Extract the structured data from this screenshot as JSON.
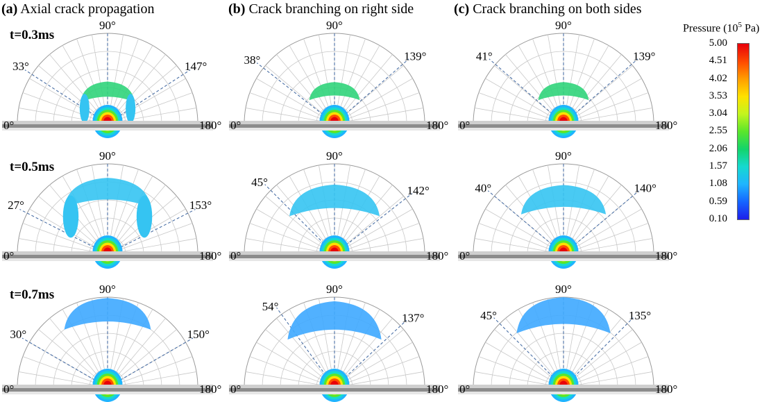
{
  "columns": [
    {
      "letter": "(a)",
      "title": "Axial crack propagation"
    },
    {
      "letter": "(b)",
      "title": "Crack branching on right side"
    },
    {
      "letter": "(c)",
      "title": "Crack branching on both sides"
    }
  ],
  "times": [
    "t=0.3ms",
    "t=0.5ms",
    "t=0.7ms"
  ],
  "legend": {
    "title": "Pressure (10",
    "title_exp": "5",
    "title_unit": " Pa)",
    "values": [
      "5.00",
      "4.51",
      "4.02",
      "3.53",
      "3.04",
      "2.55",
      "2.06",
      "1.57",
      "1.08",
      "0.59",
      "0.10"
    ]
  },
  "panels": [
    {
      "left": "33°",
      "right": "147°",
      "top": "90°",
      "zero": "0°",
      "end": "180°"
    },
    {
      "left": "38°",
      "right": "139°",
      "top": "90°",
      "zero": "0°",
      "end": "180°"
    },
    {
      "left": "41°",
      "right": "139°",
      "top": "90°",
      "zero": "0°",
      "end": "180°"
    },
    {
      "left": "27°",
      "right": "153°",
      "top": "90°",
      "zero": "0°",
      "end": "180°"
    },
    {
      "left": "45°",
      "right": "142°",
      "top": "90°",
      "zero": "0°",
      "end": "180°"
    },
    {
      "left": "40°",
      "right": "140°",
      "top": "90°",
      "zero": "0°",
      "end": "180°"
    },
    {
      "left": "30°",
      "right": "150°",
      "top": "90°",
      "zero": "0°",
      "end": "180°"
    },
    {
      "left": "54°",
      "right": "137°",
      "top": "90°",
      "zero": "0°",
      "end": "180°"
    },
    {
      "left": "45°",
      "right": "135°",
      "top": "90°",
      "zero": "0°",
      "end": "180°"
    }
  ]
}
